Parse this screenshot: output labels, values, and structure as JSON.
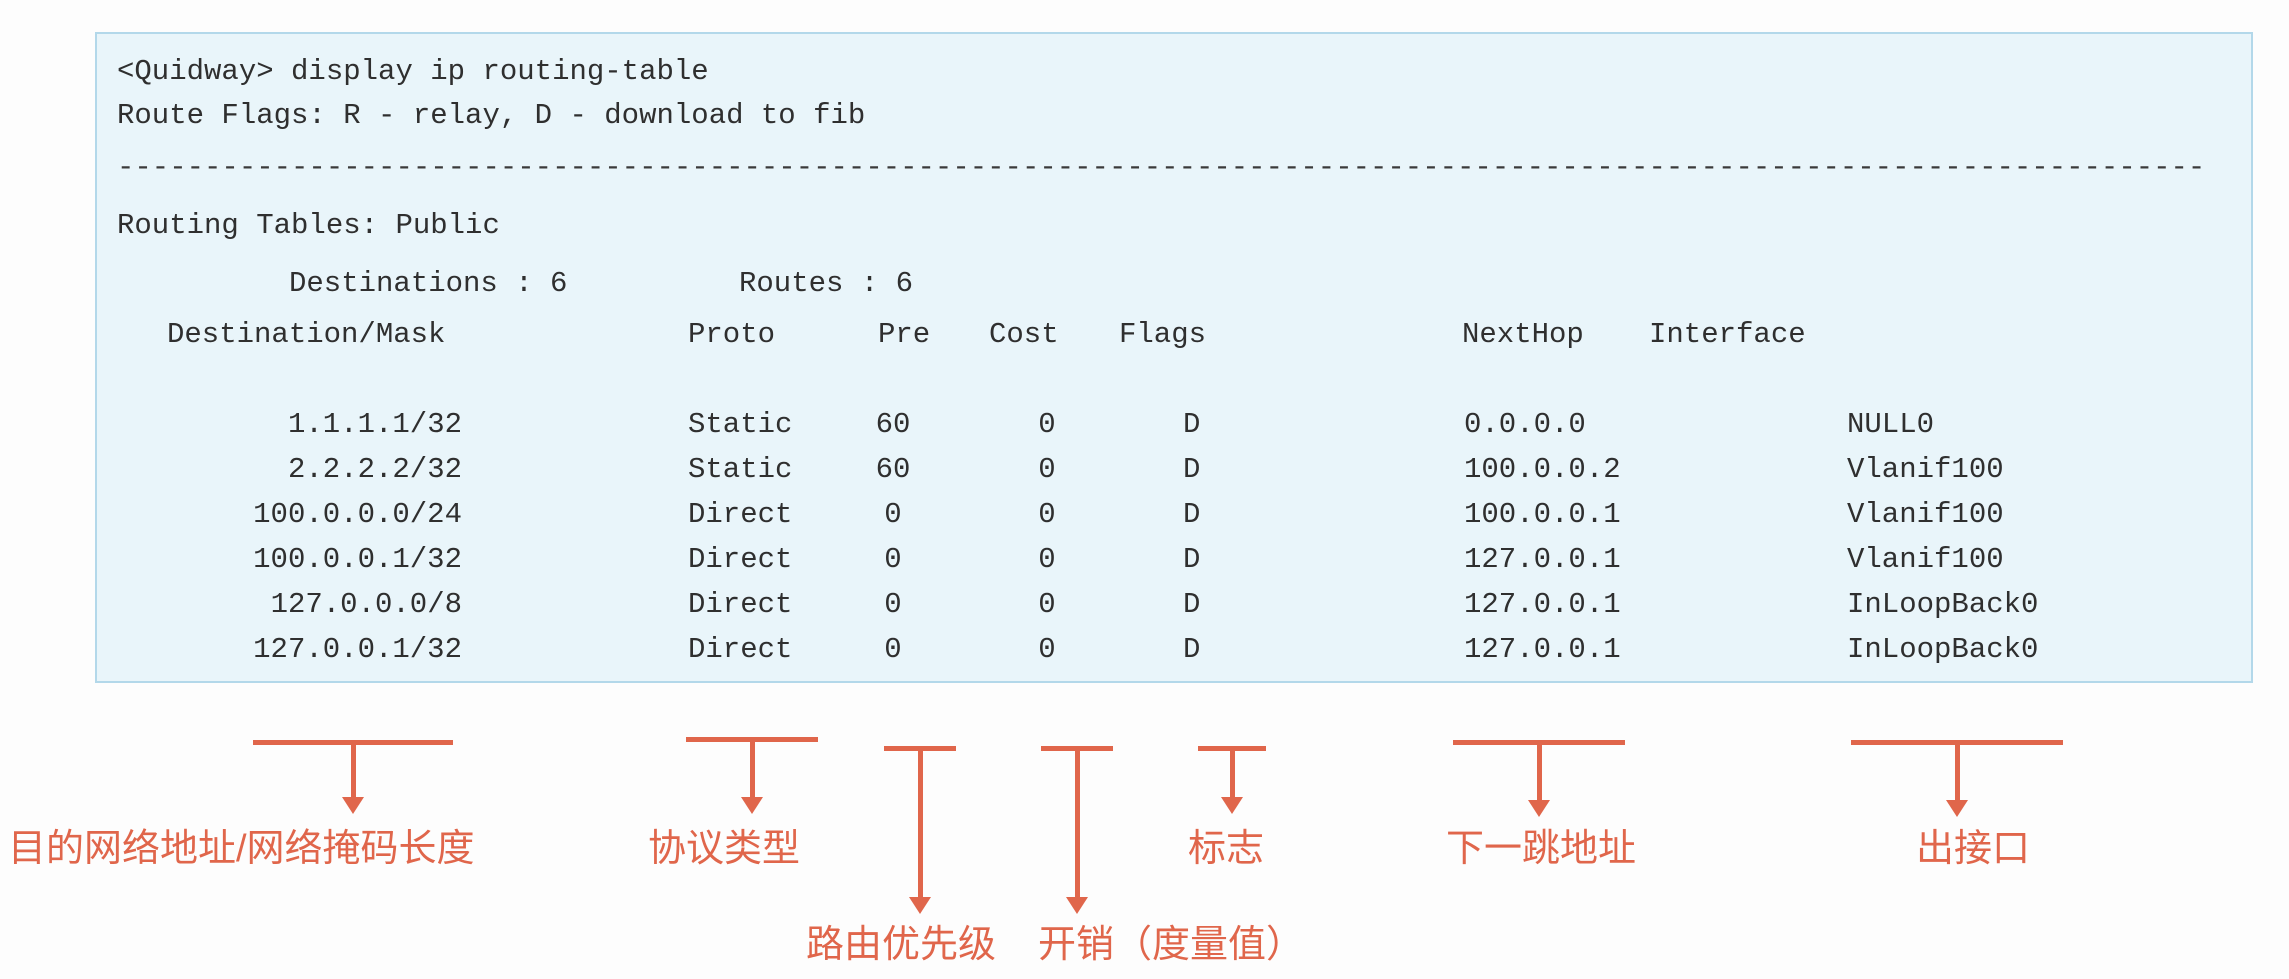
{
  "colors": {
    "accent_arrow": "#e0664b",
    "console_background": "#e9f5fa",
    "console_border": "#b3d8ea",
    "console_text": "#2f2f2f"
  },
  "console": {
    "command_line": "<Quidway> display ip routing-table",
    "route_flags_line": "Route Flags: R - relay, D - download to fib",
    "separator": "------------------------------------------------------------------------------------------------------------------------",
    "tables_line": "Routing Tables: Public",
    "destinations_label": "Destinations : 6",
    "routes_label": "Routes : 6",
    "columns": {
      "destination_mask": "Destination/Mask",
      "proto": "Proto",
      "pre": "Pre",
      "cost": "Cost",
      "flags": "Flags",
      "nexthop": "NextHop",
      "interface": "Interface"
    },
    "rows": [
      {
        "destination": "1.1.1.1/32",
        "proto": "Static",
        "pre": "60",
        "cost": "0",
        "flags": "D",
        "nexthop": "0.0.0.0",
        "interface": "NULL0"
      },
      {
        "destination": "2.2.2.2/32",
        "proto": "Static",
        "pre": "60",
        "cost": "0",
        "flags": "D",
        "nexthop": "100.0.0.2",
        "interface": "Vlanif100"
      },
      {
        "destination": "100.0.0.0/24",
        "proto": "Direct",
        "pre": "0",
        "cost": "0",
        "flags": "D",
        "nexthop": "100.0.0.1",
        "interface": "Vlanif100"
      },
      {
        "destination": "100.0.0.1/32",
        "proto": "Direct",
        "pre": "0",
        "cost": "0",
        "flags": "D",
        "nexthop": "127.0.0.1",
        "interface": "Vlanif100"
      },
      {
        "destination": "127.0.0.0/8",
        "proto": "Direct",
        "pre": "0",
        "cost": "0",
        "flags": "D",
        "nexthop": "127.0.0.1",
        "interface": "InLoopBack0"
      },
      {
        "destination": "127.0.0.1/32",
        "proto": "Direct",
        "pre": "0",
        "cost": "0",
        "flags": "D",
        "nexthop": "127.0.0.1",
        "interface": "InLoopBack0"
      }
    ]
  },
  "annotations": {
    "destination_mask": "目的网络地址/网络掩码长度",
    "proto": "协议类型",
    "pre": "路由优先级",
    "cost": "开销（度量值）",
    "flags": "标志",
    "nexthop": "下一跳地址",
    "interface": "出接口"
  }
}
